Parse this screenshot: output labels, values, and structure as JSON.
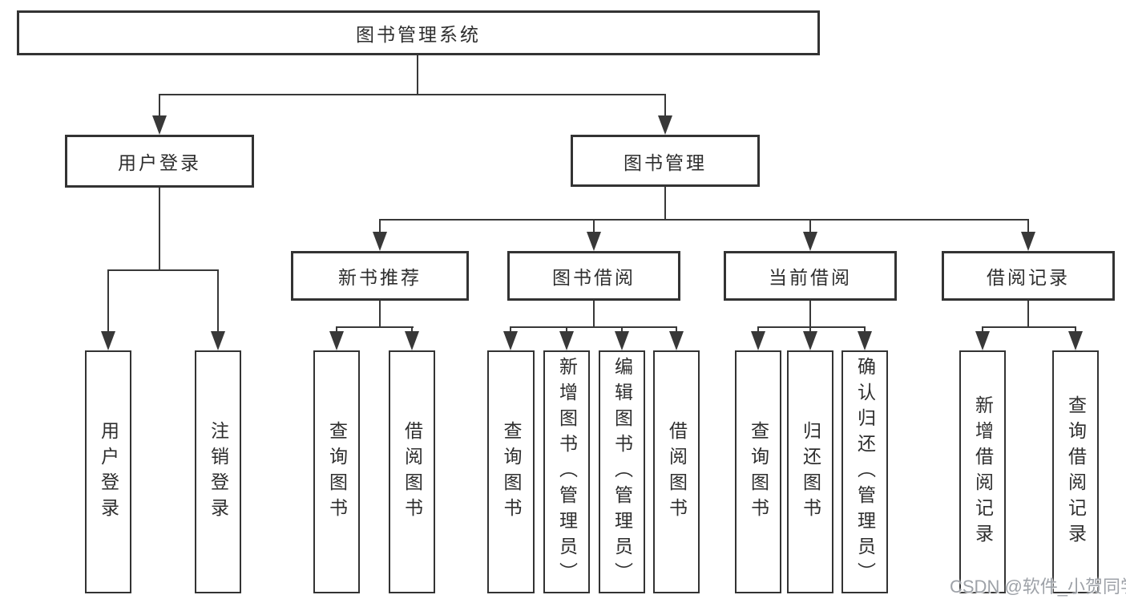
{
  "root": {
    "label": "图书管理系统"
  },
  "branches": [
    {
      "label": "用户登录",
      "children": [
        {
          "label": "用户登录"
        },
        {
          "label": "注销登录"
        }
      ]
    },
    {
      "label": "图书管理",
      "children": [
        {
          "label": "新书推荐",
          "children": [
            {
              "label": "查询图书"
            },
            {
              "label": "借阅图书"
            }
          ]
        },
        {
          "label": "图书借阅",
          "children": [
            {
              "label": "查询图书"
            },
            {
              "label": "新增图书（管理员）"
            },
            {
              "label": "编辑图书（管理员）"
            },
            {
              "label": "借阅图书"
            }
          ]
        },
        {
          "label": "当前借阅",
          "children": [
            {
              "label": "查询图书"
            },
            {
              "label": "归还图书"
            },
            {
              "label": "确认归还（管理员）"
            }
          ]
        },
        {
          "label": "借阅记录",
          "children": [
            {
              "label": "新增借阅记录"
            },
            {
              "label": "查询借阅记录"
            }
          ]
        }
      ]
    }
  ],
  "watermark": "CSDN @软件_小贺同学",
  "colors": {
    "line": "#383838",
    "box_border": "#333333",
    "text": "#2e2e2e",
    "watermark": "#9ea2a8",
    "background": "#ffffff"
  }
}
